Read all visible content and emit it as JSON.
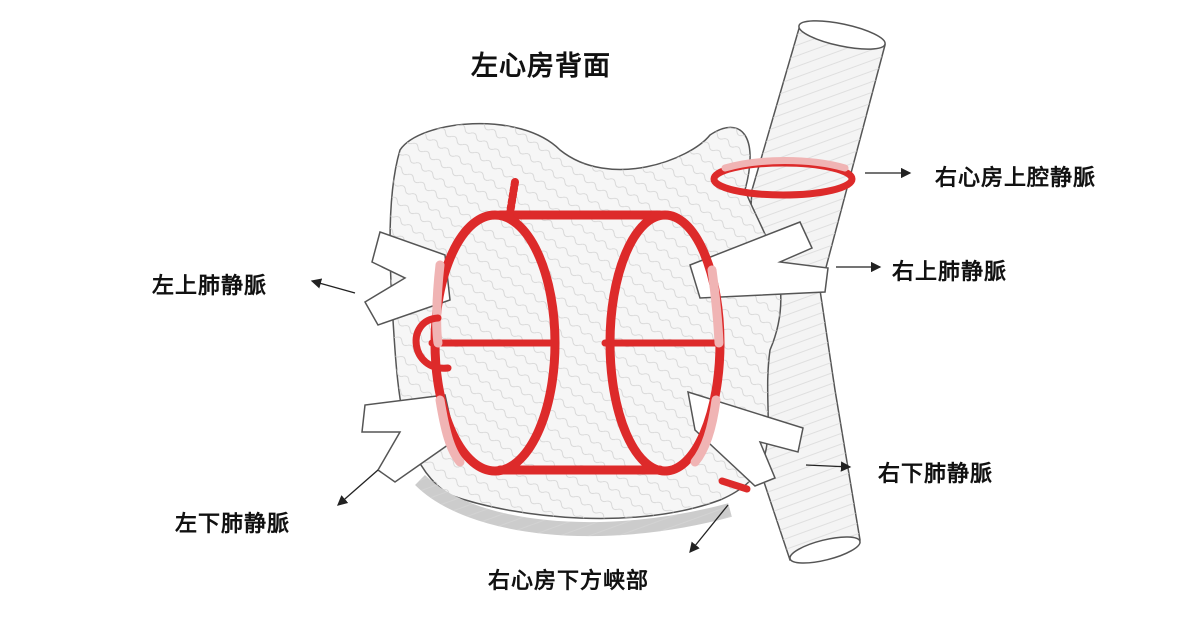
{
  "title": "左心房背面",
  "labels": {
    "svc": "右心房上腔静脈",
    "rspv": "右上肺静脈",
    "lspv": "左上肺静脈",
    "ripv": "右下肺静脈",
    "lipv": "左下肺静脈",
    "isthmus": "右心房下方峡部"
  },
  "colors": {
    "ablation": "#dd2a2a",
    "ablation_faded": "#f0b4b4",
    "outline": "#555555",
    "fiber": "#c9c9c9",
    "text": "#111111"
  }
}
